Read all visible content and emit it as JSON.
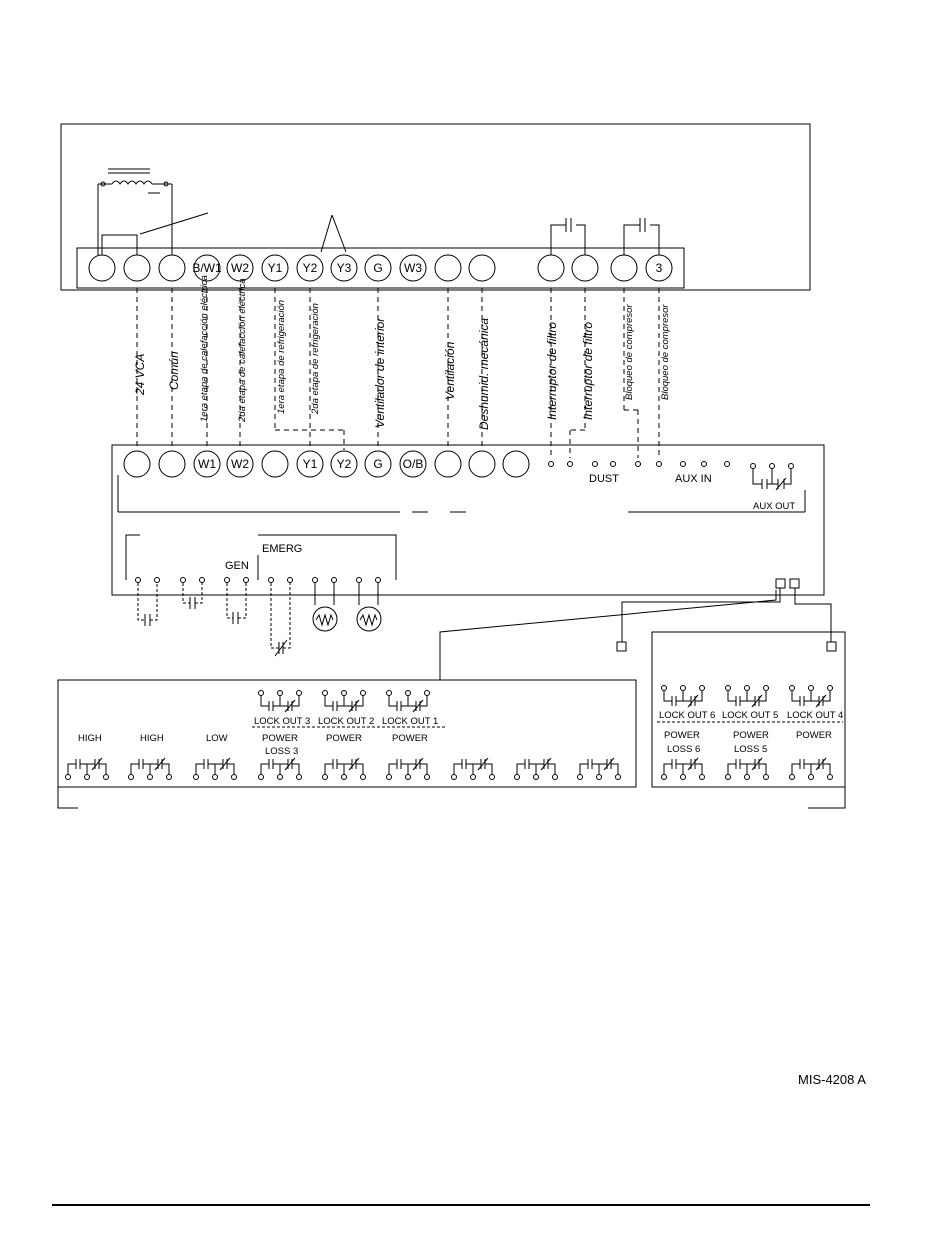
{
  "thermostat": {
    "terminals": [
      "",
      "",
      "",
      "B/W1",
      "W2",
      "Y1",
      "Y2",
      "Y3",
      "G",
      "W3",
      "",
      "",
      "",
      "",
      "",
      "3"
    ]
  },
  "wire_labels": [
    "24 VCA",
    "Común",
    "1era etapa de calefacción eléctrica",
    "2da etapa de calefacción eléctrica",
    "1era etapa de refrigeración",
    "2da etapa de refrigeración",
    "Ventilador de interior",
    "Ventilación",
    "Deshumid. mecánica",
    "Interruptor de filtro",
    "Interruptor de filtro",
    "Bloqueo de compresor",
    "Bloqueo de compresor"
  ],
  "control_board": {
    "terminals": [
      "",
      "",
      "W1",
      "W2",
      "",
      "Y1",
      "Y2",
      "G",
      "O/B",
      "",
      "",
      ""
    ],
    "dust": "DUST",
    "aux_in": "AUX IN",
    "aux_out": "AUX OUT",
    "emerg": "EMERG",
    "gen": "GEN"
  },
  "relay_board_left": {
    "top_relays": [
      "LOCK OUT 3",
      "LOCK OUT 2",
      "LOCK OUT 1"
    ],
    "labels": [
      "HIGH",
      "HIGH",
      "LOW",
      "POWER",
      "POWER",
      "POWER"
    ],
    "loss": "LOSS 3"
  },
  "relay_board_right": {
    "top_relays": [
      "LOCK OUT 6",
      "LOCK OUT 5",
      "LOCK OUT 4"
    ],
    "labels": [
      "POWER",
      "POWER",
      "POWER"
    ],
    "loss": [
      "LOSS 6",
      "LOSS 5"
    ]
  },
  "document_id": "MIS-4208 A"
}
